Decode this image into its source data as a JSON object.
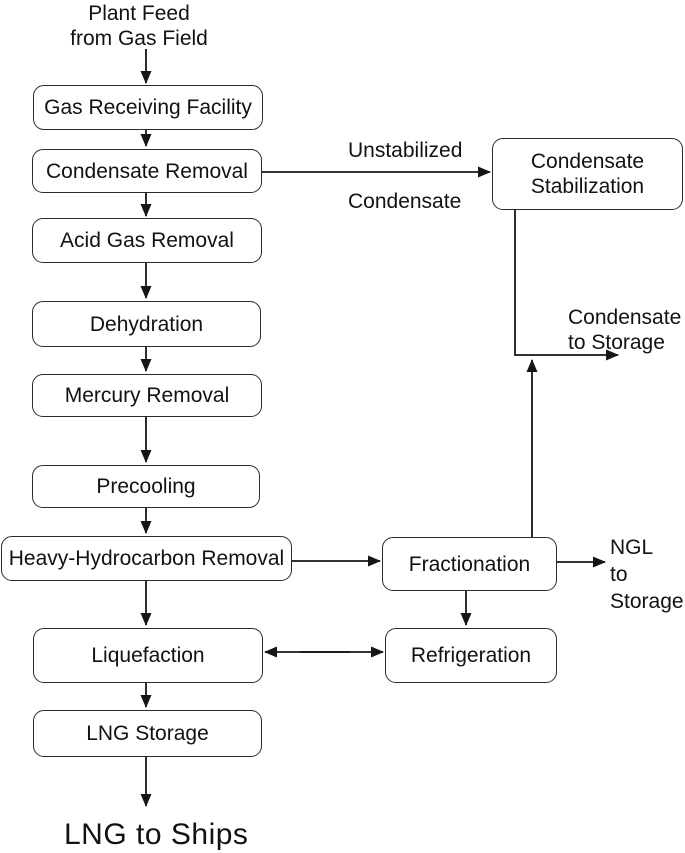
{
  "figure": {
    "type": "process-flow-diagram",
    "subject": "LNG plant block flow"
  },
  "colors": {
    "background": "#ffffff",
    "box_fill": "#ffffff",
    "box_border": "#2b2b2b",
    "text": "#121212",
    "arrow": "#161616"
  },
  "flowchart": {
    "source_label": {
      "lines": [
        "Plant Feed",
        "from Gas Field"
      ]
    },
    "boxes": [
      {
        "id": "gas-receiving-facility",
        "label": "Gas Receiving Facility"
      },
      {
        "id": "condensate-removal",
        "label": "Condensate Removal"
      },
      {
        "id": "acid-gas-removal",
        "label": "Acid Gas Removal"
      },
      {
        "id": "dehydration",
        "label": "Dehydration"
      },
      {
        "id": "mercury-removal",
        "label": "Mercury Removal"
      },
      {
        "id": "precooling",
        "label": "Precooling"
      },
      {
        "id": "heavy-hydrocarbon-removal",
        "label": "Heavy-Hydrocarbon Removal"
      },
      {
        "id": "liquefaction",
        "label": "Liquefaction"
      },
      {
        "id": "lng-storage",
        "label": "LNG Storage"
      },
      {
        "id": "condensate-stabilization",
        "label": "Condensate Stabilization"
      },
      {
        "id": "fractionation",
        "label": "Fractionation"
      },
      {
        "id": "refrigeration",
        "label": "Refrigeration"
      }
    ],
    "stream_labels": {
      "unstabilized_condensate": {
        "lines": [
          "Unstabilized",
          "Condensate"
        ]
      },
      "condensate_to_storage": {
        "lines": [
          "Condensate",
          "to Storage"
        ]
      },
      "ngl_to_storage": {
        "lines": [
          "NGL",
          "to",
          "Storage"
        ]
      },
      "lng_to_ships": "LNG to Ships"
    }
  }
}
